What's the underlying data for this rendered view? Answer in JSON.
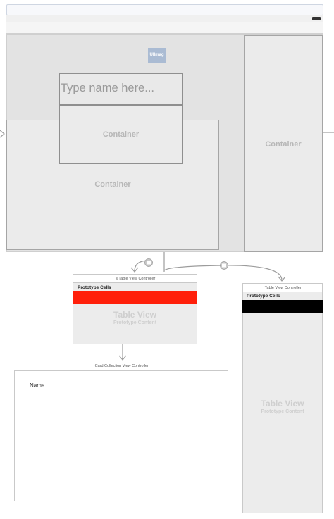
{
  "main_scene": {
    "title_bar_text": "",
    "nav_title": "",
    "nav_button": "",
    "label_blurred_line1": "",
    "label_blurred_line2": "",
    "image_view_label": "UIImag",
    "text_field_placeholder": "Type name here...",
    "container_inner_label": "Container",
    "container_outer_label": "Container",
    "container_right_label": "Container"
  },
  "table_view_controller": {
    "title_prefix": "",
    "title": "s Table View Controller",
    "prototype_cells": "Prototype Cells",
    "table_view": "Table View",
    "prototype_content": "Prototype Content",
    "cell_color": "#ff1f0a"
  },
  "table_view_controller_right": {
    "title_prefix": "",
    "title": "Table View Controller",
    "prototype_cells": "Prototype Cells",
    "table_view": "Table View",
    "prototype_content": "Prototype Content",
    "cell_color": "#000000"
  },
  "card_collection_view_controller": {
    "title_prefix": "",
    "title": "Card Collection View Controller",
    "name_prefix": "",
    "name_label": "Name"
  },
  "colors": {
    "segue_line": "#9c9c9c",
    "container_fill": "#ebebeb",
    "view_background": "#e3e3e3"
  }
}
